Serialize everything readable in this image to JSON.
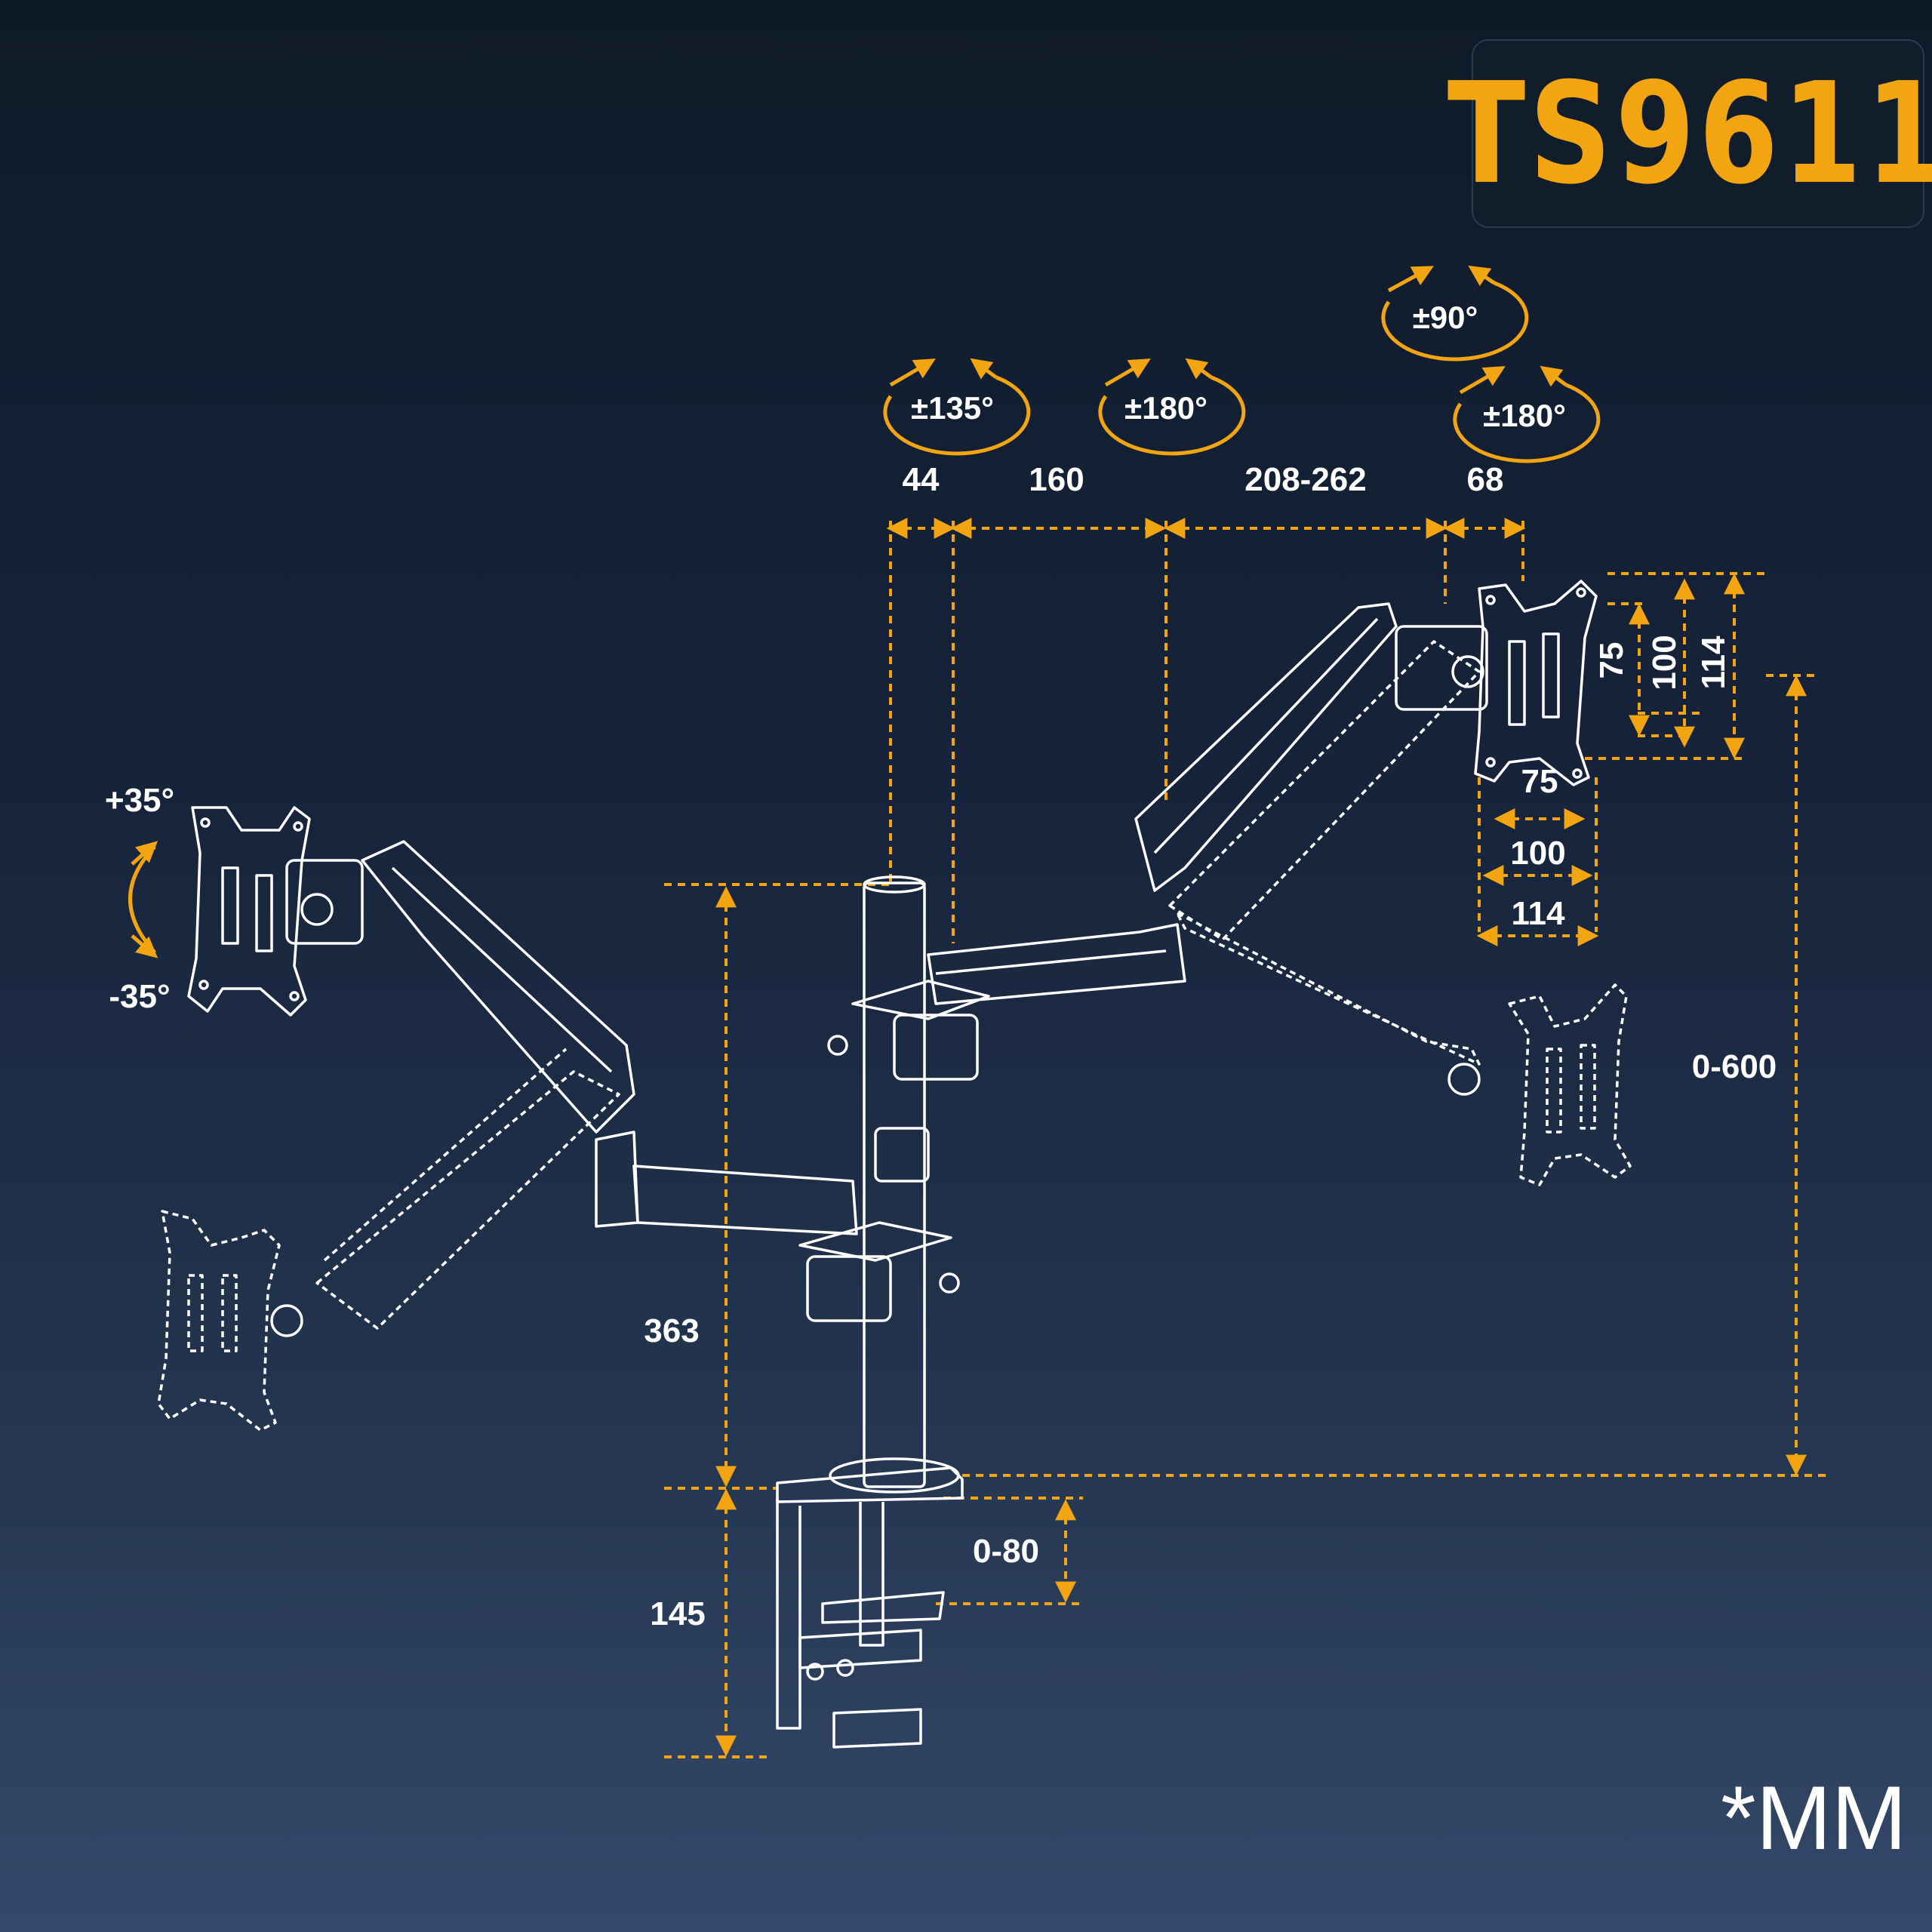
{
  "model": "TS9611",
  "unit_note": "*MM",
  "colors": {
    "accent": "#f2a511",
    "line": "#ffffff",
    "background": "#16233a"
  },
  "rotations": {
    "r1": "±135°",
    "r2": "±180°",
    "r3": "±90°",
    "r4": "±180°"
  },
  "tilt": {
    "up": "+35°",
    "down": "-35°"
  },
  "horizontal_dims": {
    "d1": "44",
    "d2": "160",
    "d3": "208-262",
    "d4": "68"
  },
  "vesa": {
    "v_75": "75",
    "v_100": "100",
    "v_114": "114",
    "h_75": "75",
    "h_100": "100",
    "h_114": "114"
  },
  "vertical_dims": {
    "pole": "363",
    "clamp": "145",
    "desk": "0-80",
    "height": "0-600"
  }
}
